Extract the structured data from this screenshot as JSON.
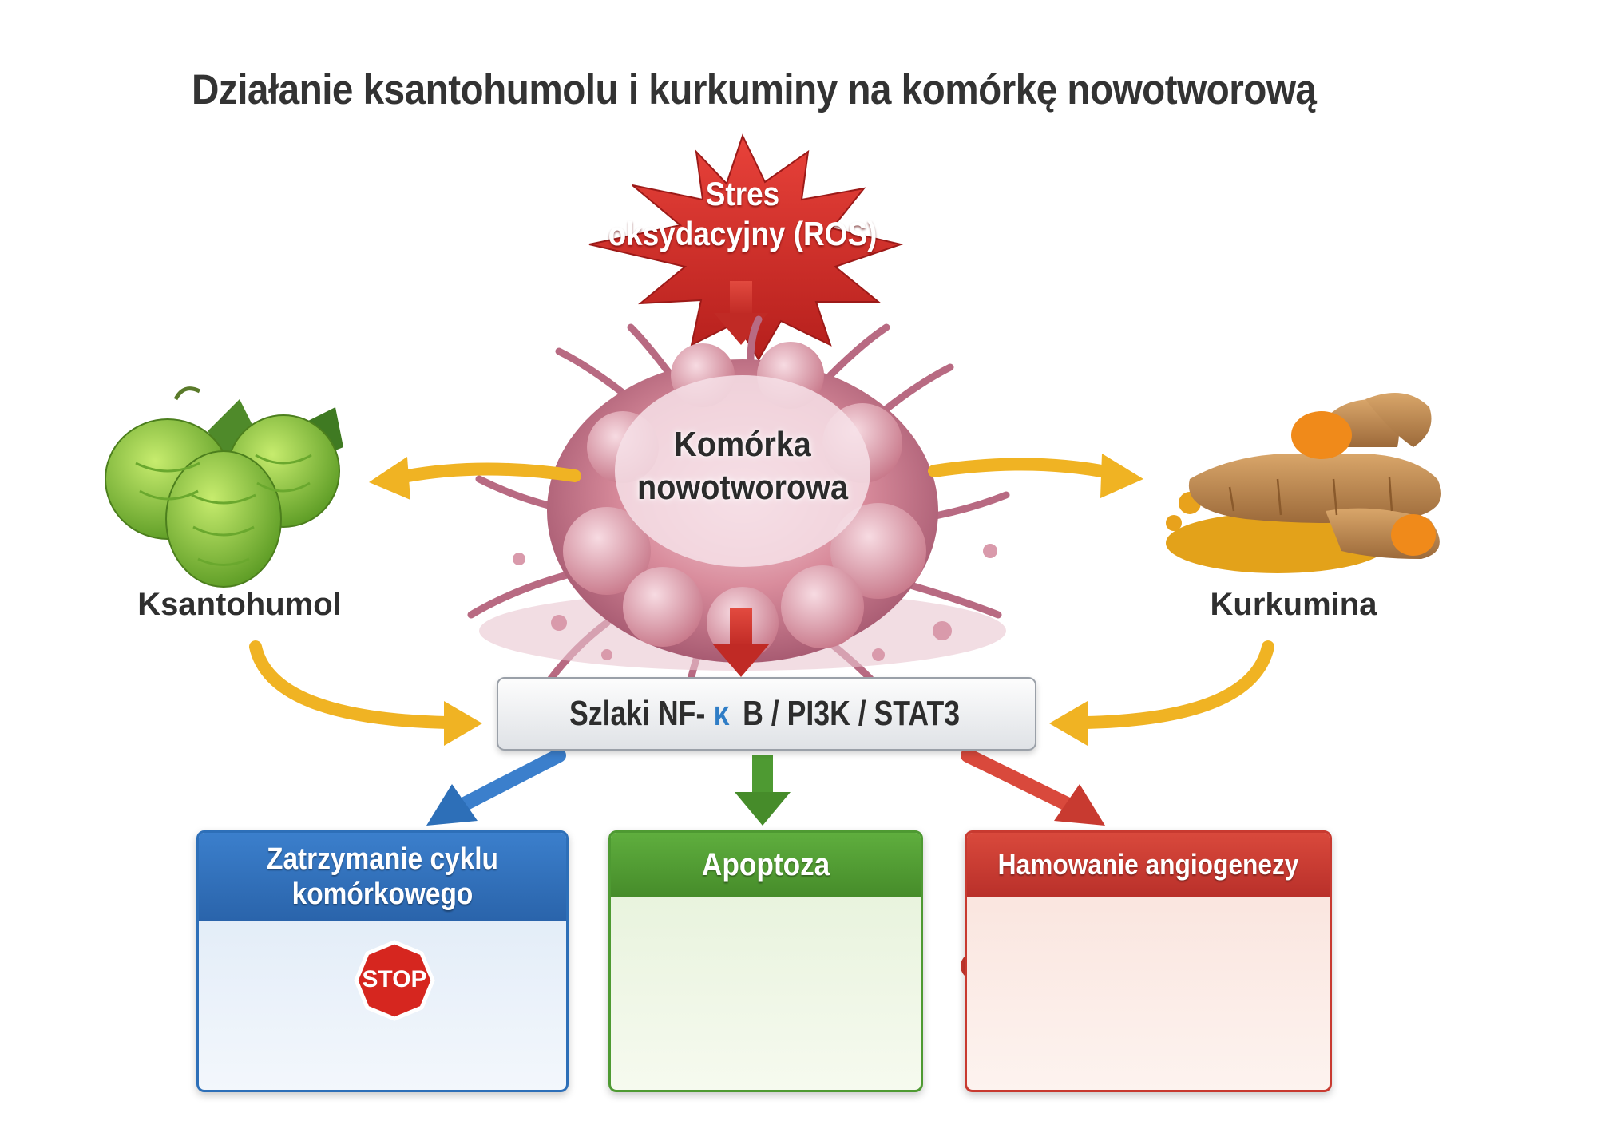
{
  "title": "Działanie ksantohumolu i kurkuminy na komórkę nowotworową",
  "stress": {
    "line1": "Stres",
    "line2": "oksydacyjny (ROS)"
  },
  "cell": {
    "line1": "Komórka",
    "line2": "nowotworowa"
  },
  "left_agent": {
    "label": "Ksantohumol",
    "icon": "hop-cones-icon"
  },
  "right_agent": {
    "label": "Kurkumina",
    "icon": "turmeric-root-icon"
  },
  "pathway": {
    "part1": "Szlaki NF-",
    "kappa": "κ",
    "part2": "B / PI3K / STAT3"
  },
  "outcomes": {
    "cell_cycle": {
      "title": "Zatrzymanie cyklu komórkowego",
      "stop_sign": "STOP",
      "icon": "cell-cycle-stop-icon"
    },
    "apoptosis": {
      "title": "Apoptoza",
      "icon": "apoptotic-cell-icon"
    },
    "angiogenesis": {
      "title": "Hamowanie angiogenezy",
      "icon": "blocked-blood-vessels-icon"
    }
  },
  "colors": {
    "stress_red": "#cc2a24",
    "arrow_yellow": "#f0b323",
    "blue": "#2d6fb8",
    "green": "#4e9a32",
    "red": "#c83a30",
    "kappa_blue": "#2f7dc6"
  }
}
